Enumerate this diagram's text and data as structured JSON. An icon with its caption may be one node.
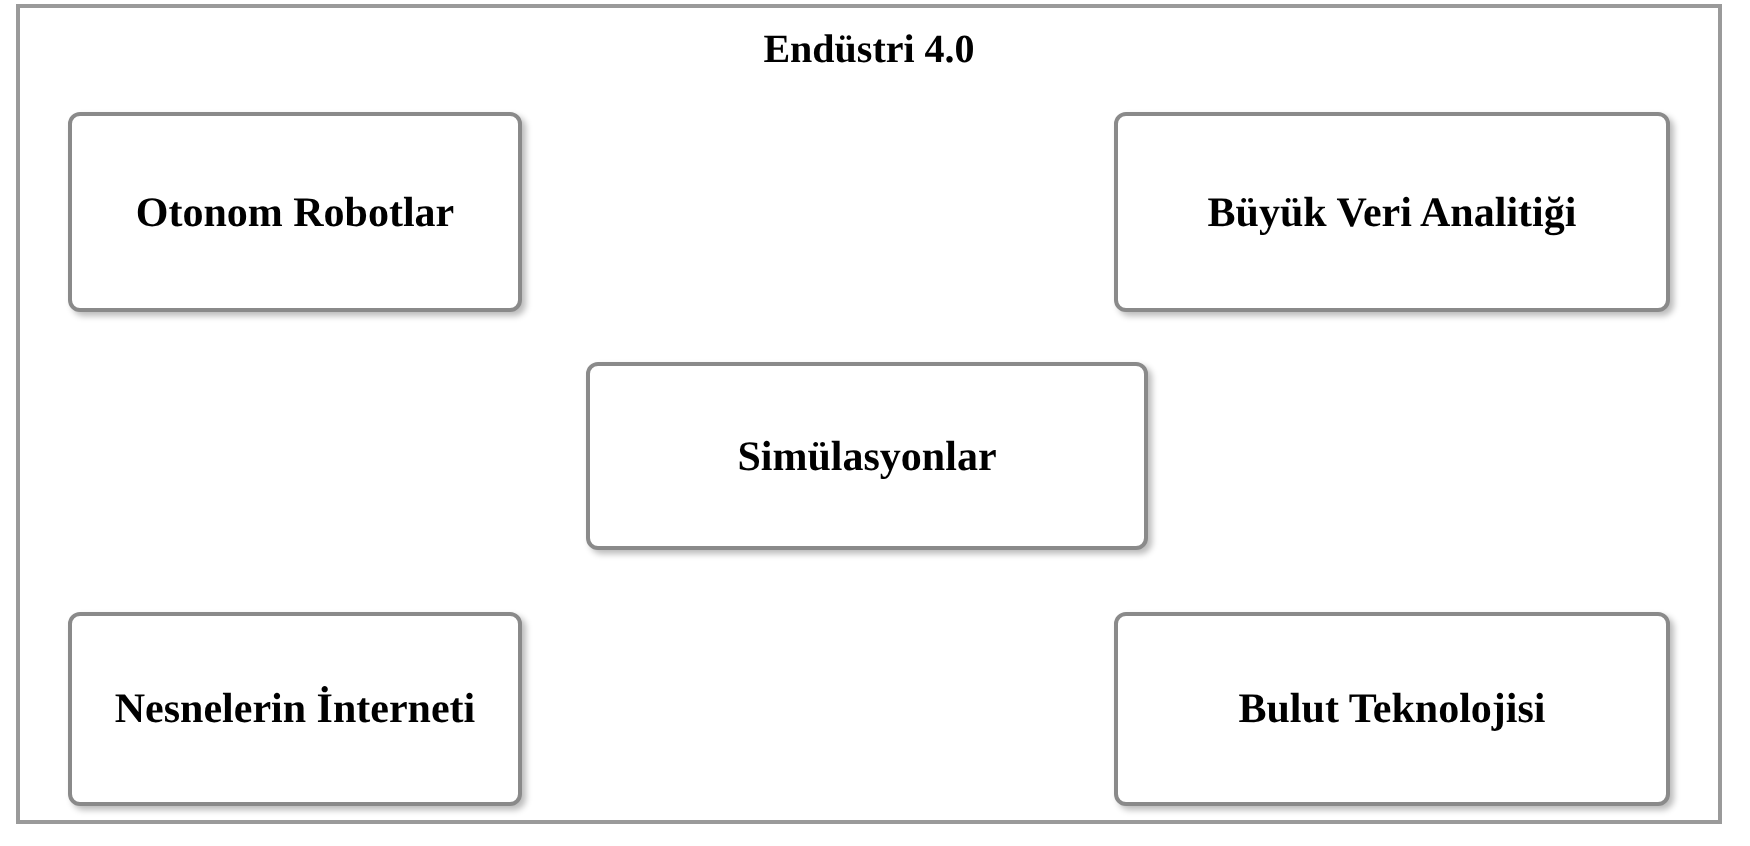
{
  "diagram": {
    "nodes": [
      {
        "text": [
          "Endüstri 4.0"
        ]
      },
      {
        "text": [
          "Otonom Robotlar"
        ],
        "in": 0
      },
      {
        "text": [
          "Büyük Veri Analitiği"
        ],
        "in": 0
      },
      {
        "text": [
          "Simülasyonlar"
        ],
        "in": 0
      },
      {
        "text": [
          "Nesnelerin İnterneti"
        ],
        "in": 0
      },
      {
        "text": [
          "Bulut Teknolojisi"
        ],
        "in": 0
      }
    ]
  }
}
